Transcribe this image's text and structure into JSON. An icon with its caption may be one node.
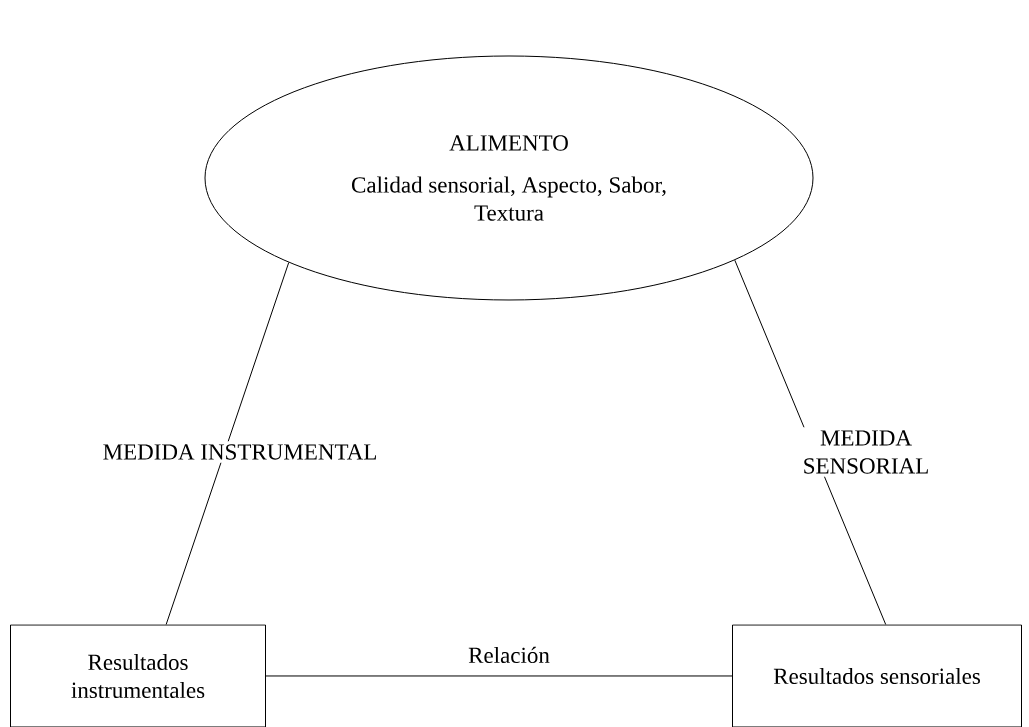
{
  "diagram": {
    "nodes": [
      {
        "text": [
          "ALIMENTO",
          "Calidad sensorial, Aspecto, Sabor, Textura"
        ]
      },
      {
        "text": [
          "Resultados instrumentales"
        ]
      },
      {
        "text": [
          "Resultados sensoriales"
        ]
      }
    ],
    "edges": [
      {
        "from": 0,
        "to": 1,
        "arrow": "none",
        "label": "MEDIDA INSTRUMENTAL"
      },
      {
        "from": 0,
        "to": 2,
        "arrow": "none",
        "label": "MEDIDA SENSORIAL"
      },
      {
        "from": 1,
        "to": 2,
        "arrow": "none",
        "label": "Relación"
      }
    ]
  }
}
